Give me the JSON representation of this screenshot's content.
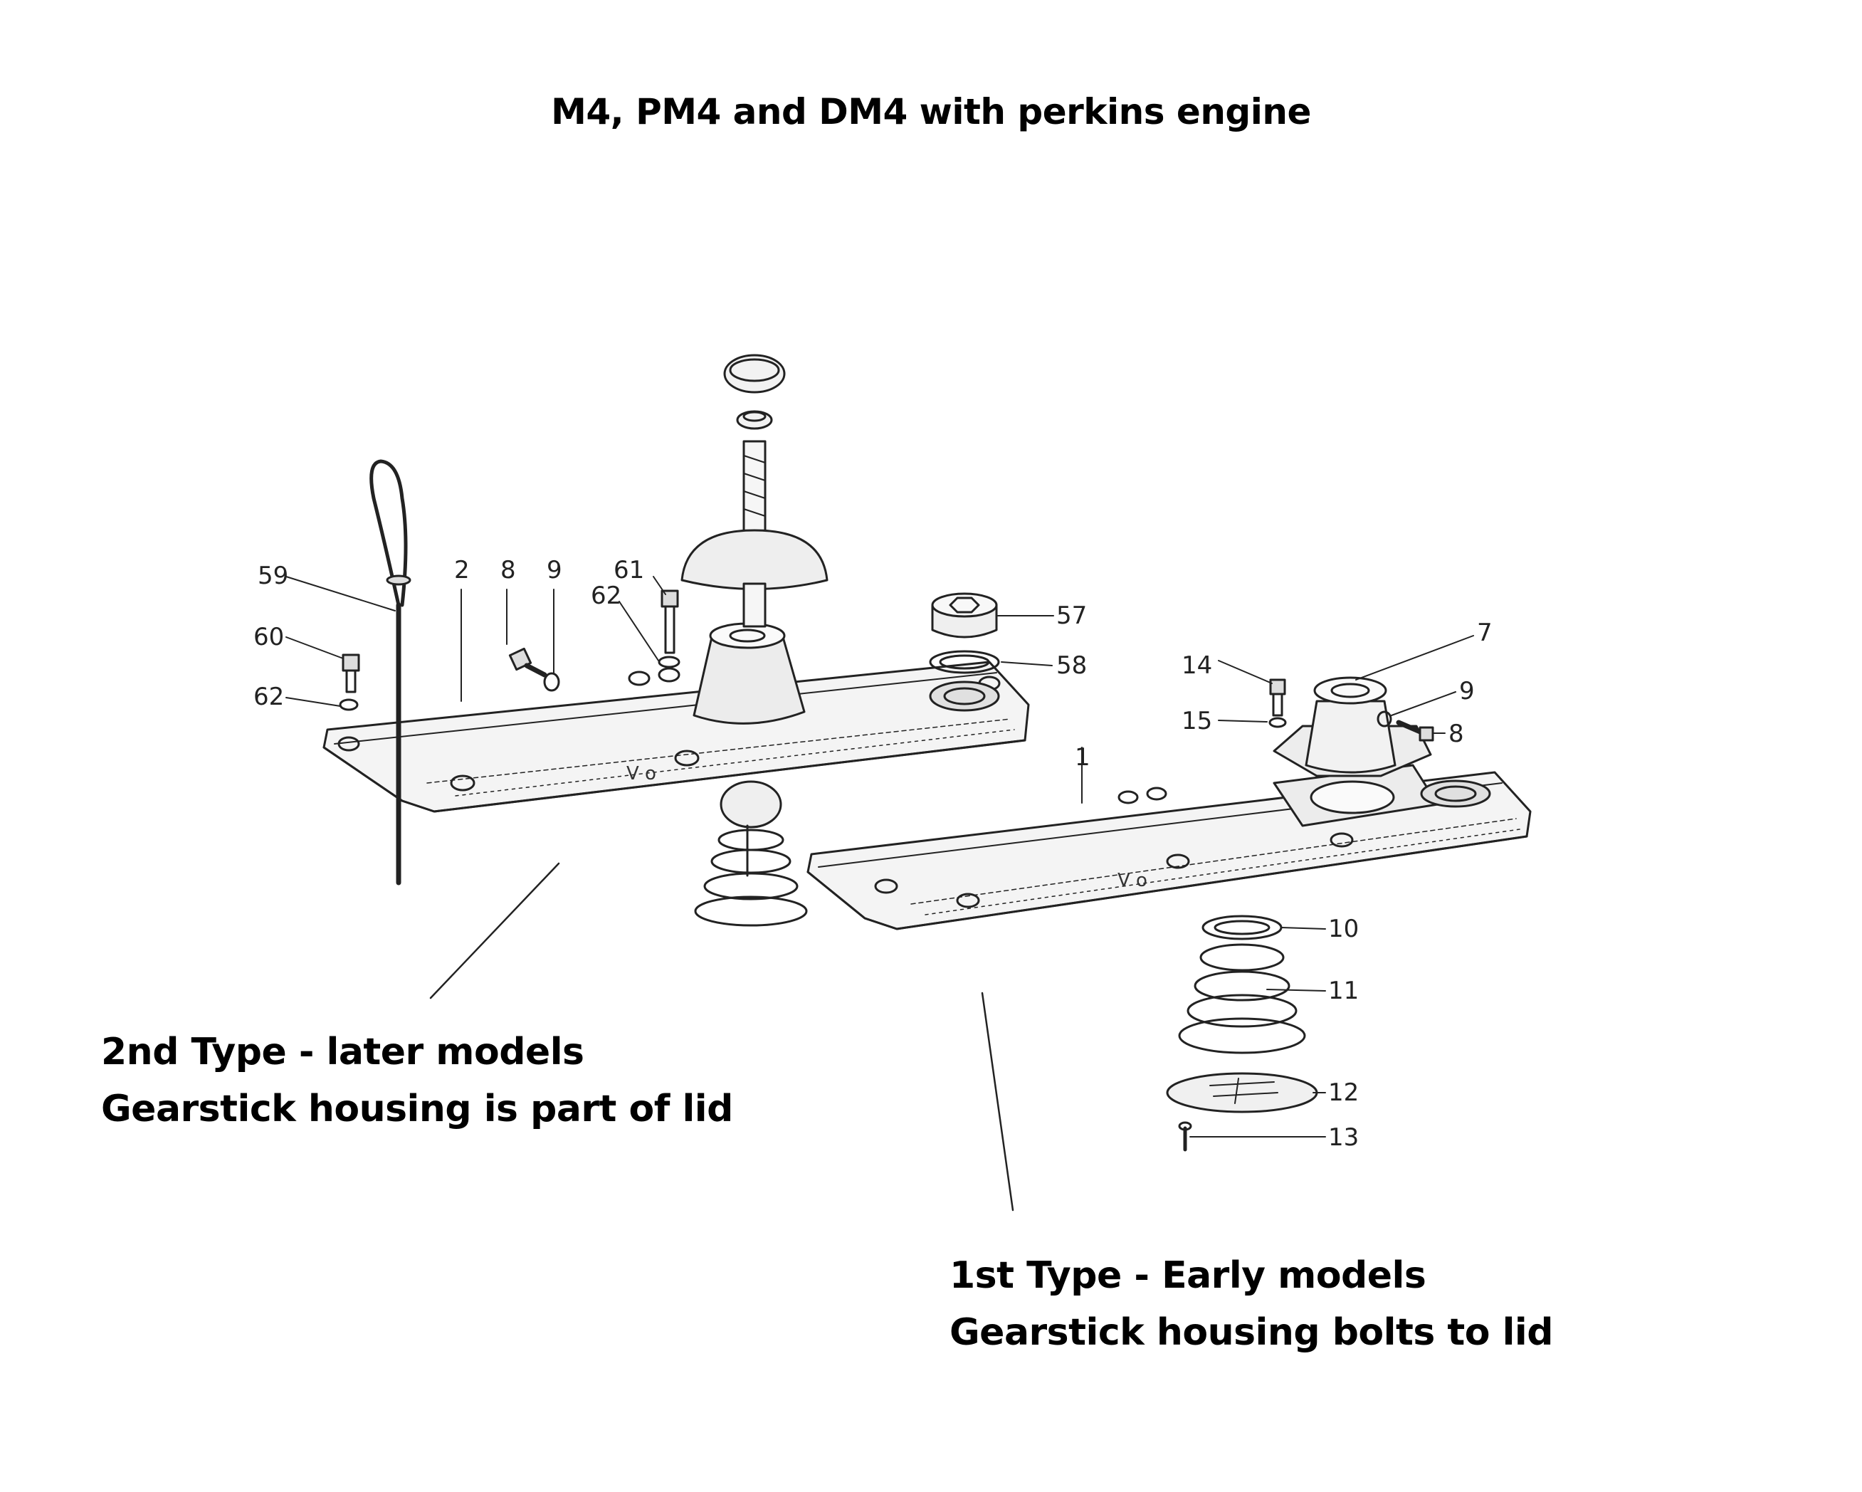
{
  "title": "M4, PM4 and DM4 with perkins engine",
  "captions": {
    "second_type": {
      "line1": "2nd Type - later models",
      "line2": "Gearstick housing is part of lid"
    },
    "first_type": {
      "line1": "1st Type - Early models",
      "line2": "Gearstick housing bolts to lid"
    }
  },
  "part_labels": {
    "p59": "59",
    "p60": "60",
    "p62a": "62",
    "p2": "2",
    "p8a": "8",
    "p9a": "9",
    "p61": "61",
    "p62b": "62",
    "p57": "57",
    "p58": "58",
    "p14": "14",
    "p15": "15",
    "p7": "7",
    "p9b": "9",
    "p8b": "8",
    "p1": "1",
    "p10": "10",
    "p11": "11",
    "p12": "12",
    "p13": "13"
  }
}
